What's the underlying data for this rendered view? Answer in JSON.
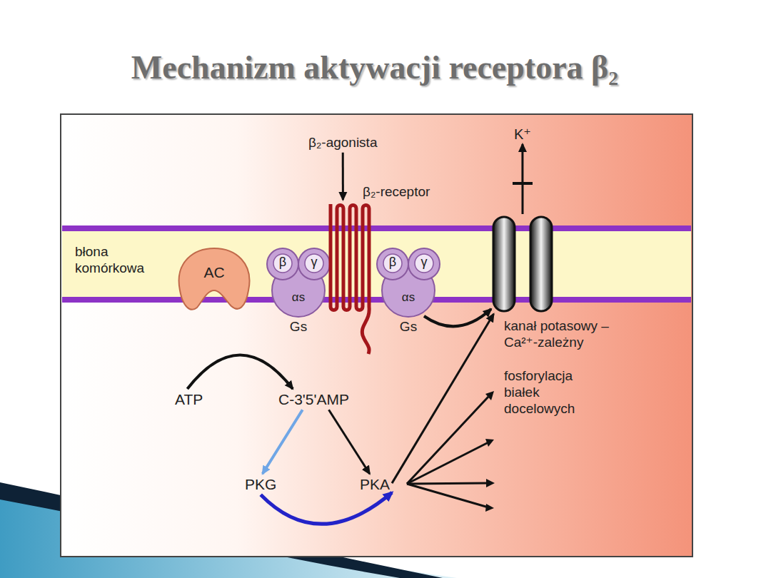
{
  "diagram": {
    "title": "Mechanizm aktywacji receptora β₂",
    "nodes": [
      {
        "text": [
          "błona komórkowa"
        ]
      },
      {
        "text": [
          "AC"
        ]
      },
      {
        "text": [
          "β",
          "γ",
          "αs",
          "Gs"
        ]
      },
      {
        "text": [
          "β₂-receptor"
        ]
      },
      {
        "text": [
          "β",
          "γ",
          "αs",
          "Gs"
        ]
      },
      {
        "text": [
          "kanał potasowy – Ca²⁺-zależny"
        ]
      },
      {
        "text": [
          "β₂-agonista"
        ]
      },
      {
        "text": [
          "K⁺"
        ]
      },
      {
        "text": [
          "ATP"
        ]
      },
      {
        "text": [
          "C-3'5'AMP"
        ]
      },
      {
        "text": [
          "PKG"
        ]
      },
      {
        "text": [
          "PKA"
        ]
      }
    ],
    "edges": [
      {
        "from": 6,
        "to": 3,
        "arrow": "to"
      },
      {
        "from": 5,
        "to": 7,
        "arrow": "to"
      },
      {
        "from": 4,
        "to": 5,
        "arrow": "to"
      },
      {
        "from": 8,
        "to": 9,
        "arrow": "to"
      },
      {
        "from": 9,
        "to": 10,
        "arrow": "to"
      },
      {
        "from": 9,
        "to": 11,
        "arrow": "to"
      },
      {
        "from": 10,
        "to": 11,
        "arrow": "to"
      },
      {
        "from": 11,
        "to": 5,
        "arrow": "to"
      }
    ],
    "labels": [
      "fosforylacja białek docelowych"
    ]
  }
}
